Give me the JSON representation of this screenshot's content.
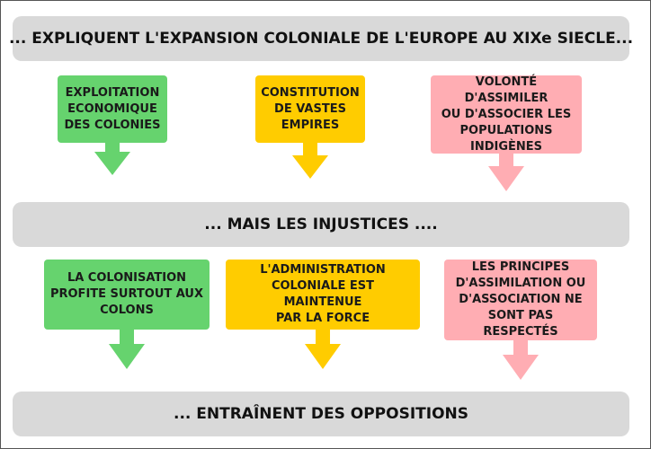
{
  "banners": {
    "top": "... EXPLIQUENT L'EXPANSION COLONIALE DE L'EUROPE AU XIXe SIECLE...",
    "middle": "... MAIS LES INJUSTICES ....",
    "bottom": "... ENTRAÎNENT DES OPPOSITIONS"
  },
  "row1": [
    {
      "lines": [
        "EXPLOITATION",
        "ECONOMIQUE",
        "DES COLONIES"
      ],
      "color": "#66d36e"
    },
    {
      "lines": [
        "CONSTITUTION",
        "DE VASTES",
        "EMPIRES"
      ],
      "color": "#ffcc00"
    },
    {
      "lines": [
        "VOLONTÉ D'ASSIMILER",
        "OU D'ASSOCIER LES",
        "POPULATIONS",
        "INDIGÈNES"
      ],
      "color": "#ffadb3"
    }
  ],
  "row2": [
    {
      "lines": [
        "LA COLONISATION",
        "PROFITE SURTOUT AUX",
        "COLONS"
      ],
      "color": "#66d36e"
    },
    {
      "lines": [
        "L'ADMINISTRATION",
        "COLONIALE EST MAINTENUE",
        "PAR LA FORCE"
      ],
      "color": "#ffcc00"
    },
    {
      "lines": [
        "LES PRINCIPES",
        "D'ASSIMILATION OU",
        "D'ASSOCIATION NE",
        "SONT PAS RESPECTÉS"
      ],
      "color": "#ffadb3"
    }
  ]
}
